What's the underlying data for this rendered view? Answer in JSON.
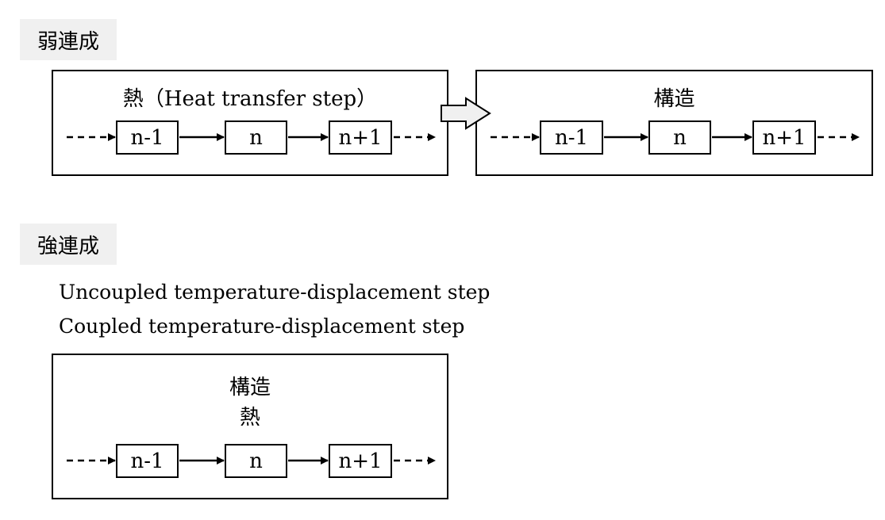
{
  "weak": {
    "label": "弱連成",
    "heat_title": "熱（Heat transfer step）",
    "struct_title": "構造",
    "heat_steps": [
      "n-1",
      "n",
      "n+1"
    ],
    "struct_steps": [
      "n-1",
      "n",
      "n+1"
    ]
  },
  "strong": {
    "label": "強連成",
    "line1": "Uncoupled temperature-displacement step",
    "line2": "Coupled temperature-displacement step",
    "title_line1": "構造",
    "title_line2": "熱",
    "steps": [
      "n-1",
      "n",
      "n+1"
    ]
  }
}
